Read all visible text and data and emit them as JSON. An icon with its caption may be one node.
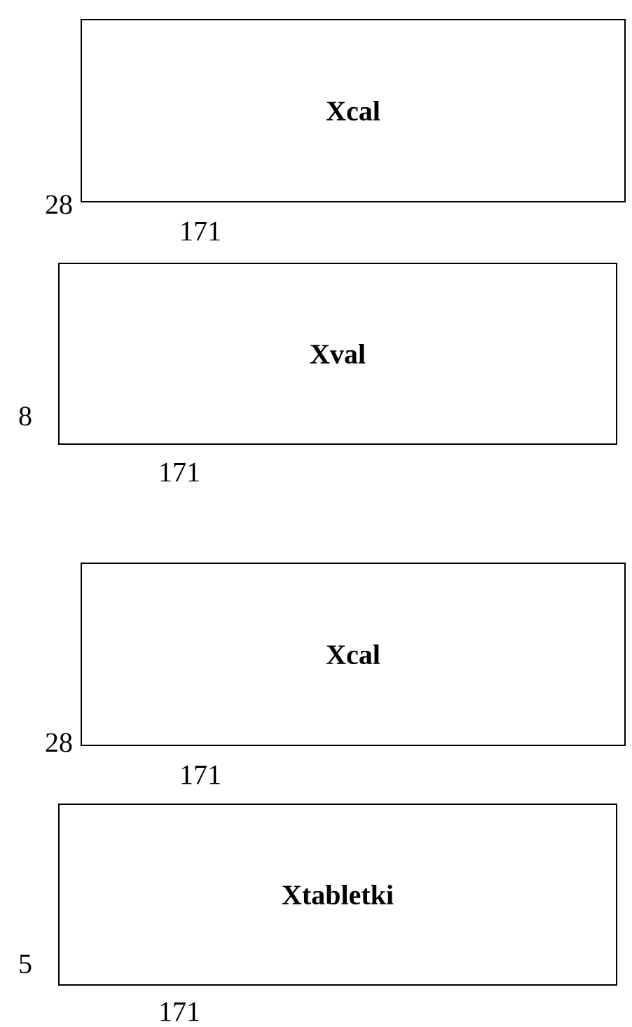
{
  "diagram": {
    "nodes": [
      {
        "text": [
          "Xcal"
        ],
        "beside": [
          "28",
          "171"
        ]
      },
      {
        "text": [
          "Xval"
        ],
        "beside": [
          "8",
          "171"
        ]
      },
      {
        "text": [
          "Xcal"
        ],
        "beside": [
          "28",
          "171"
        ]
      },
      {
        "text": [
          "Xtabletki"
        ],
        "beside": [
          "5",
          "171"
        ]
      }
    ]
  }
}
